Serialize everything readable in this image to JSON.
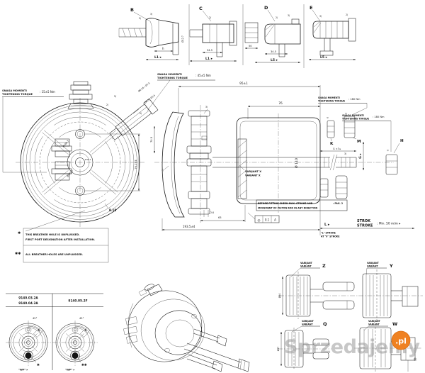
{
  "detail_views": {
    "b": {
      "label": "B",
      "t5": "5/",
      "t3": "3/",
      "side": "Ø12.7",
      "h": "h",
      "l": "L1 ▸"
    },
    "c": {
      "label": "C",
      "t2": "2/",
      "mid": "34.5",
      "l": "L1 ▸"
    },
    "d": {
      "label": "D",
      "block": "50",
      "t2": "2/",
      "t3": "3/",
      "mid": "34.5",
      "l": "L5 ▸"
    },
    "e": {
      "label": "E",
      "t3": "3/",
      "t2": "2/",
      "l": "L5 ▸"
    }
  },
  "front_view": {
    "torque1": "SNAGA MOMENTI",
    "torque2": "TIGHTENING TORQUE",
    "torque_val": ": 15±5 Nm",
    "diag": "Ø6.3 / Ø3.5",
    "tick": "5/",
    "pcd1": "Ø168.3",
    "pcd2": "Ø143.5",
    "center": "Ø16.1",
    "dim_vertical": "76.1±4",
    "radius": "R.18"
  },
  "notes": {
    "star": "✱",
    "dstar": "✱✱",
    "n1a": "THIS BREATHER HOLE IS UNPLUGGED.",
    "n1b": "FIRST PORT DESIGNATION AFTER INSTALLATION.",
    "n2": "ALL BREATHER HOLES ARE UNPLUGGED."
  },
  "section_view": {
    "torque1": "SNAGA MOMENTI",
    "torque2": "TIGHTENING TORQUE",
    "torque_val": ": 45±5 Nm",
    "port_dia": "Ø6.35 / Ø7.5",
    "tick2": "2/",
    "tick5": "5/",
    "tick7": "7/",
    "tick3_stack": "3/",
    "tick3_rod": "3/",
    "tick3_k": "3/",
    "tick3_m": "3/",
    "tick3_h": "3/",
    "dim_left": "70.5",
    "dim95": "95±1",
    "dim76": "76",
    "dia110": "Ø 110",
    "variant1": "VARIJANT X",
    "variant2": "VARIANT X",
    "k": "K",
    "m": "M",
    "h": "H",
    "g": "G ▸",
    "dim_l1": "l1 ±3 ▸",
    "torqueK1": "SNAGA MOMENTI",
    "torqueK2": "TIGHTENING TORQUE",
    "torqueK_val": ": 180 Nm",
    "torqueH1": "SNAGA MOMENTI",
    "torqueH2": "TIGHTENING TORQUE",
    "torqueH_val": ": 180 Nm",
    "gdt_sym": "◎",
    "gdt_tol": "0.1",
    "gdt_ref": "A",
    "note1": "BEFORE FITTING CHECK MAX. STROKE AND",
    "note1_ref": ": PAG. 2",
    "note2": "MOVEMENT OF PISTON ROD IN ANY DIRECTION",
    "dim26": "2.6",
    "dim63": "63",
    "dim193": "193.5±4"
  },
  "bottom": {
    "L": "L ▸",
    "l_sub1": "\"L\" STROKE",
    "l_sub2": "AT \"0\" STROKE",
    "strok1": "STROK",
    "strok2": "STROKE",
    "strok_val": ": Min. 50 m/m ▸"
  },
  "table": {
    "p1a": "9140.03.2A",
    "p1b": "9140.04.2A",
    "p2": "9140.05.2F",
    "a45a": "45°",
    "a45b": "45°",
    "star": "✱",
    "dstar": "✱✱",
    "wp1": "\"WP\" ▸",
    "wp2": "\"WP\" ▸"
  },
  "variants": {
    "z": {
      "l1": "VARIJANT",
      "l2": "VARIANT",
      "letter": "Z"
    },
    "y": {
      "l1": "VARIJANT",
      "l2": "VARIANT",
      "letter": "Y"
    },
    "q": {
      "l1": "VARIJANT",
      "l2": "VARIANT",
      "letter": "Q"
    },
    "w": {
      "l1": "VARIJANT",
      "l2": "VARIANT",
      "letter": "W"
    },
    "dim_z": "Ø64",
    "dim_q": "Ø57"
  },
  "watermark": {
    "text": "Sprzedajemy",
    "badge": ".pl",
    "reg": "®"
  }
}
